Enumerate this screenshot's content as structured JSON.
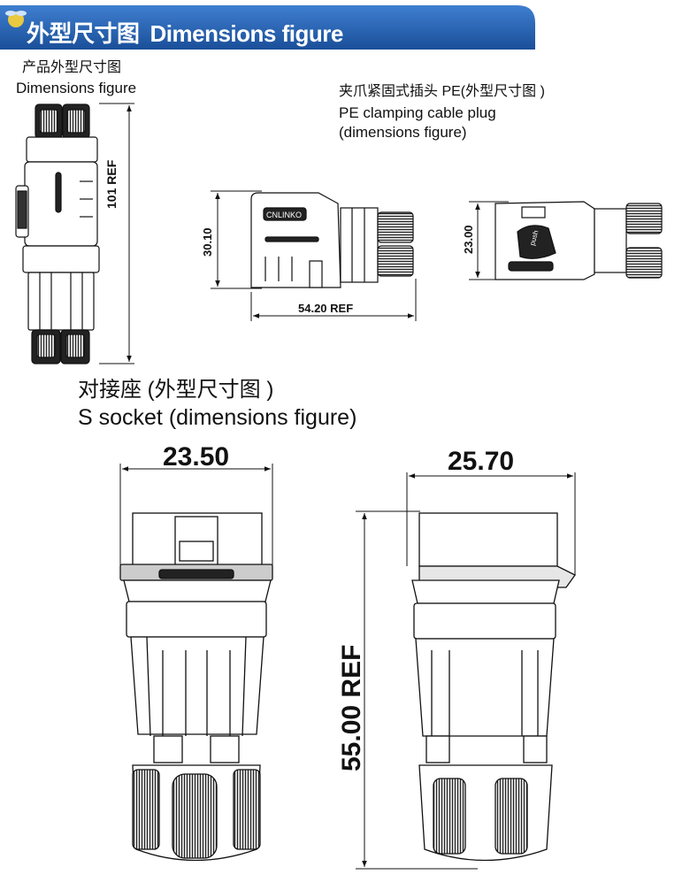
{
  "header": {
    "title_cn": "外型尺寸图",
    "title_en": "Dimensions figure",
    "accent_color": "#1f5aa6"
  },
  "product_fig": {
    "label_cn": "产品外型尺寸图",
    "label_en": "Dimensions figure",
    "length": "101 REF"
  },
  "plug_fig": {
    "label_cn": "夹爪紧固式插头 PE(外型尺寸图 )",
    "label_en1": "PE clamping cable plug",
    "label_en2": "(dimensions figure)",
    "height": "30.10",
    "length": "54.20 REF",
    "width": "23.00",
    "logo": "CNLINKO",
    "push": "push"
  },
  "socket_fig": {
    "label_cn": "对接座 (外型尺寸图 )",
    "label_en": "S socket (dimensions figure)",
    "width_front": "23.50",
    "width_side": "25.70",
    "height": "55.00 REF"
  }
}
